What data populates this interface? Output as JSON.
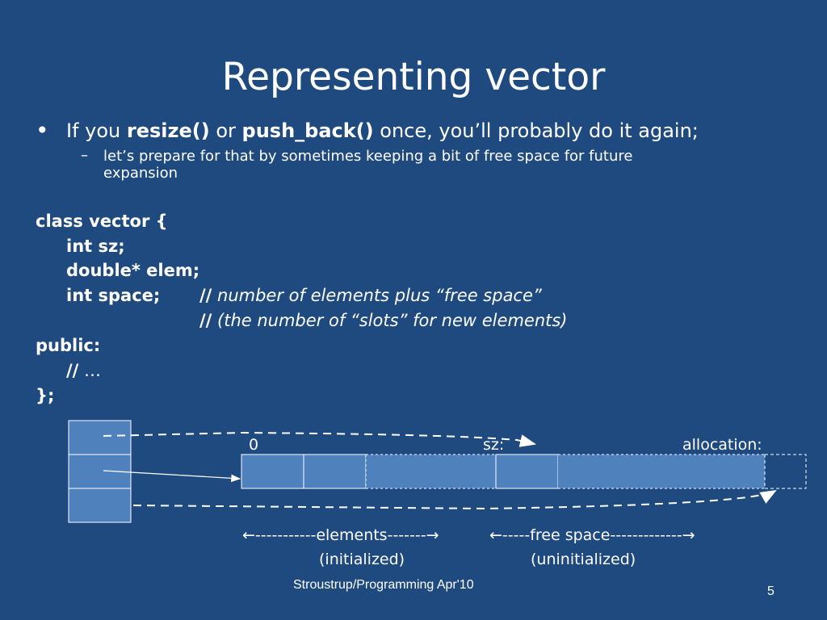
{
  "title": "Representing vector",
  "bullet": {
    "symbol": "•",
    "prefix": "If you ",
    "code1": "resize()",
    "mid": " or ",
    "code2": "push_back()",
    "suffix": " once, you’ll probably do it again;"
  },
  "subbullet": {
    "dash": "–",
    "line1": "let’s prepare for that by sometimes keeping a bit of free space for future",
    "line2": "expansion"
  },
  "code": {
    "class_open": "class vector {",
    "sz": "int sz;",
    "elem": "double* elem;",
    "space": "int space;",
    "comment_marker": "//",
    "comment1": " number of elements plus “free space”",
    "comment2": " (the number of “slots” for new elements)",
    "public": "public:",
    "ellipsis": " …",
    "class_close": "};"
  },
  "diagram": {
    "label_zero": "0",
    "label_sz": "sz:",
    "label_allocation": "allocation:",
    "elements_label": "←-----------elements-------→",
    "free_label": "←-----free space-------------→",
    "initialized": "(initialized)",
    "uninitialized": "(uninitialized)"
  },
  "footer": "Stroustrup/Programming Apr'10",
  "page_number": "5",
  "colors": {
    "background": "#1f4a80",
    "cell_fill": "#4f81bd",
    "text": "#ffffff"
  }
}
